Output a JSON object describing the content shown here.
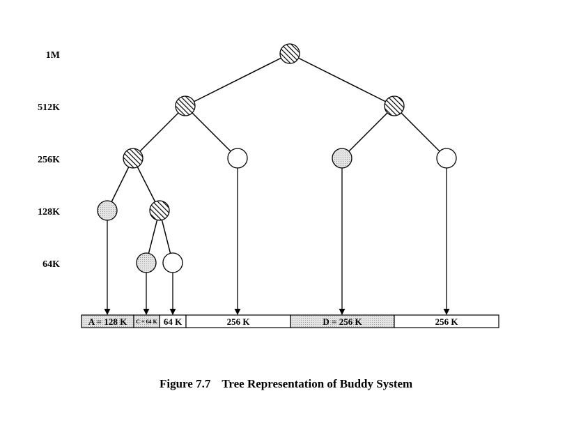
{
  "levels": [
    "1M",
    "512K",
    "256K",
    "128K",
    "64K"
  ],
  "blocks": [
    {
      "label": "A = 128 K",
      "state": "allocated"
    },
    {
      "label": "C = 64 K",
      "state": "allocated"
    },
    {
      "label": "64 K",
      "state": "free"
    },
    {
      "label": "256 K",
      "state": "free"
    },
    {
      "label": "D = 256 K",
      "state": "allocated"
    },
    {
      "label": "256 K",
      "state": "free"
    }
  ],
  "caption": {
    "number": "Figure 7.7",
    "title": "Tree Representation of Buddy System"
  },
  "colors": {
    "allocated_fill": "#d9d9d9",
    "free_fill": "#ffffff",
    "split_hatch": "#000000"
  }
}
